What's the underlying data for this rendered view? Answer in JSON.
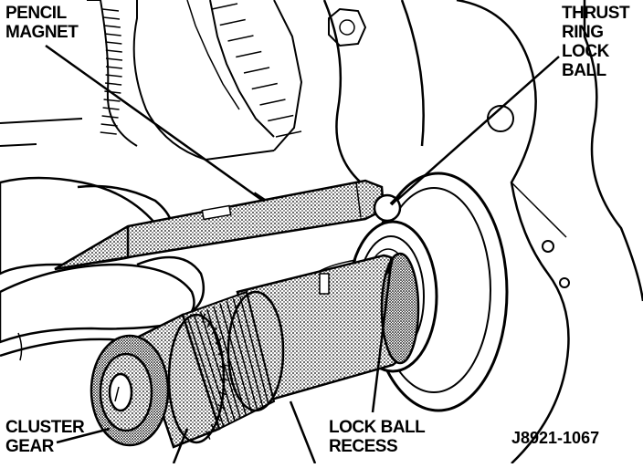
{
  "labels": {
    "pencil_magnet": [
      "PENCIL",
      "MAGNET"
    ],
    "thrust_ring_lock_ball": [
      "THRUST",
      "RING",
      "LOCK",
      "BALL"
    ],
    "cluster_gear": [
      "CLUSTER",
      "GEAR"
    ],
    "lock_ball_recess": [
      "LOCK BALL",
      "RECESS"
    ]
  },
  "figure_code": "J8921-1067",
  "colors": {
    "ink": "#000000",
    "paper": "#ffffff"
  }
}
